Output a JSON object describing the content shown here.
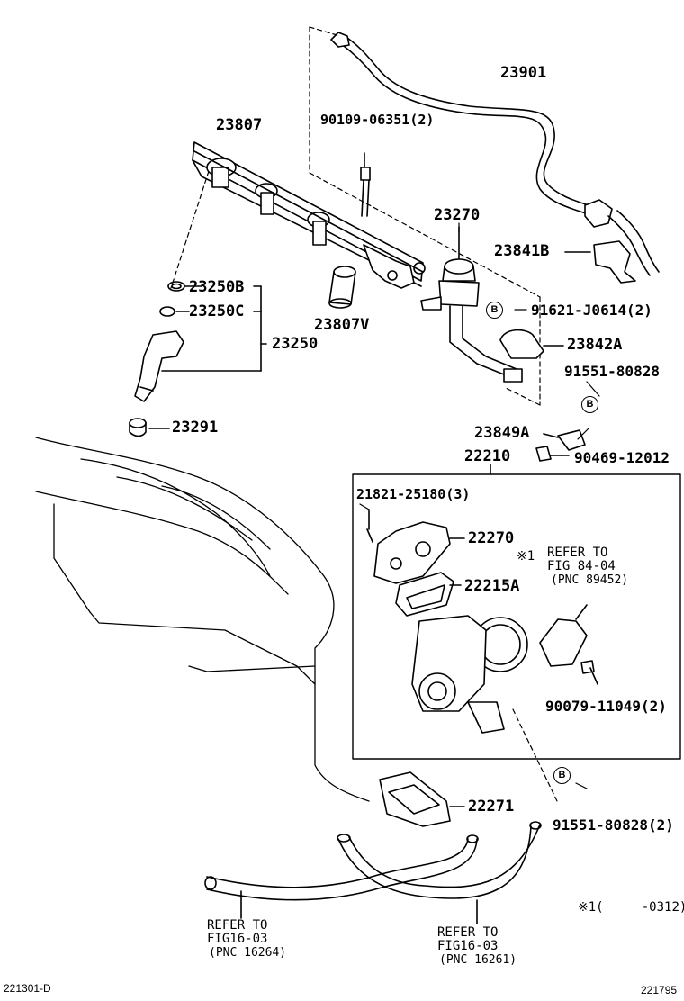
{
  "parts": {
    "hose_23901": "23901",
    "screw_90109": "90109-06351(2)",
    "fuel_rail": "23807",
    "pressure_regulator": "23270",
    "clamp_23841B": "23841B",
    "bolt_91621": "91621-J0614(2)",
    "insulator_23250B": "23250B",
    "cushion_23250C": "23250C",
    "spacer_23807V": "23807V",
    "injector_set": "23250",
    "grommet_23842A": "23842A",
    "bolt_91551_top": "91551-80828",
    "insulator_23291": "23291",
    "bracket_23849A": "23849A",
    "bolt_90469": "90469-12012",
    "throttle_body": "22210",
    "screw_21821": "21821-25180(3)",
    "isc_valve": "22270",
    "gasket_22215A": "22215A",
    "bolt_90079": "90079-11049(2)",
    "gasket_22271": "22271",
    "bolt_91551_bottom": "91551-80828(2)"
  },
  "badges": {
    "b1": "B",
    "b2": "B",
    "b3": "B"
  },
  "refs": {
    "throttle_sensor": {
      "mark": "※1",
      "line1": "REFER TO",
      "line2": "FIG 84-04",
      "line3": "(PNC 89452)"
    },
    "hose_left": {
      "line1": "REFER TO",
      "line2": "FIG16-03",
      "line3": "(PNC 16264)"
    },
    "hose_right": {
      "line1": "REFER TO",
      "line2": "FIG16-03",
      "line3": "(PNC 16261)"
    }
  },
  "note": "※1(     -0312)",
  "footer": {
    "left": "221301-D",
    "right": "221795"
  }
}
